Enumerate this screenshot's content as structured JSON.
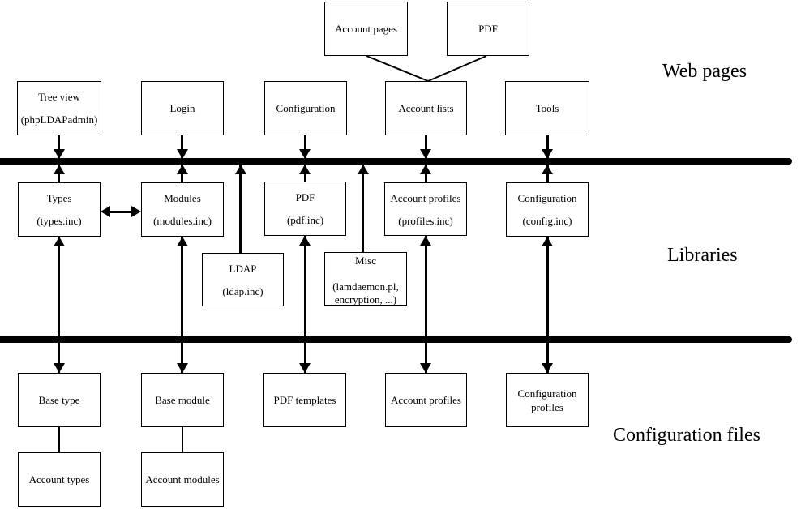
{
  "layers": {
    "web_pages": {
      "label": "Web pages"
    },
    "libraries": {
      "label": "Libraries"
    },
    "configuration_files": {
      "label": "Configuration files"
    }
  },
  "boxes": {
    "account_pages": {
      "line1": "Account pages"
    },
    "pdf_page": {
      "line1": "PDF"
    },
    "tree_view": {
      "line1": "Tree view",
      "line2": "(phpLDAPadmin)"
    },
    "login": {
      "line1": "Login"
    },
    "configuration_page": {
      "line1": "Configuration"
    },
    "account_lists": {
      "line1": "Account lists"
    },
    "tools": {
      "line1": "Tools"
    },
    "types": {
      "line1": "Types",
      "line2": "(types.inc)"
    },
    "modules": {
      "line1": "Modules",
      "line2": "(modules.inc)"
    },
    "pdf_lib": {
      "line1": "PDF",
      "line2": "(pdf.inc)"
    },
    "account_profiles_lib": {
      "line1": "Account profiles",
      "line2": "(profiles.inc)"
    },
    "configuration_lib": {
      "line1": "Configuration",
      "line2": "(config.inc)"
    },
    "ldap": {
      "line1": "LDAP",
      "line2": "(ldap.inc)"
    },
    "misc": {
      "line1": "Misc",
      "line2": "(lamdaemon.pl,",
      "line3": "encryption, ...)"
    },
    "base_type": {
      "line1": "Base type"
    },
    "base_module": {
      "line1": "Base module"
    },
    "pdf_templates": {
      "line1": "PDF templates"
    },
    "account_profiles_file": {
      "line1": "Account profiles"
    },
    "configuration_profiles": {
      "line1": "Configuration",
      "line2": "profiles"
    },
    "account_types": {
      "line1": "Account types"
    },
    "account_modules": {
      "line1": "Account modules"
    }
  },
  "colors": {
    "background": "#ffffff",
    "line": "#000000",
    "box_border": "#000000",
    "text": "#000000"
  }
}
